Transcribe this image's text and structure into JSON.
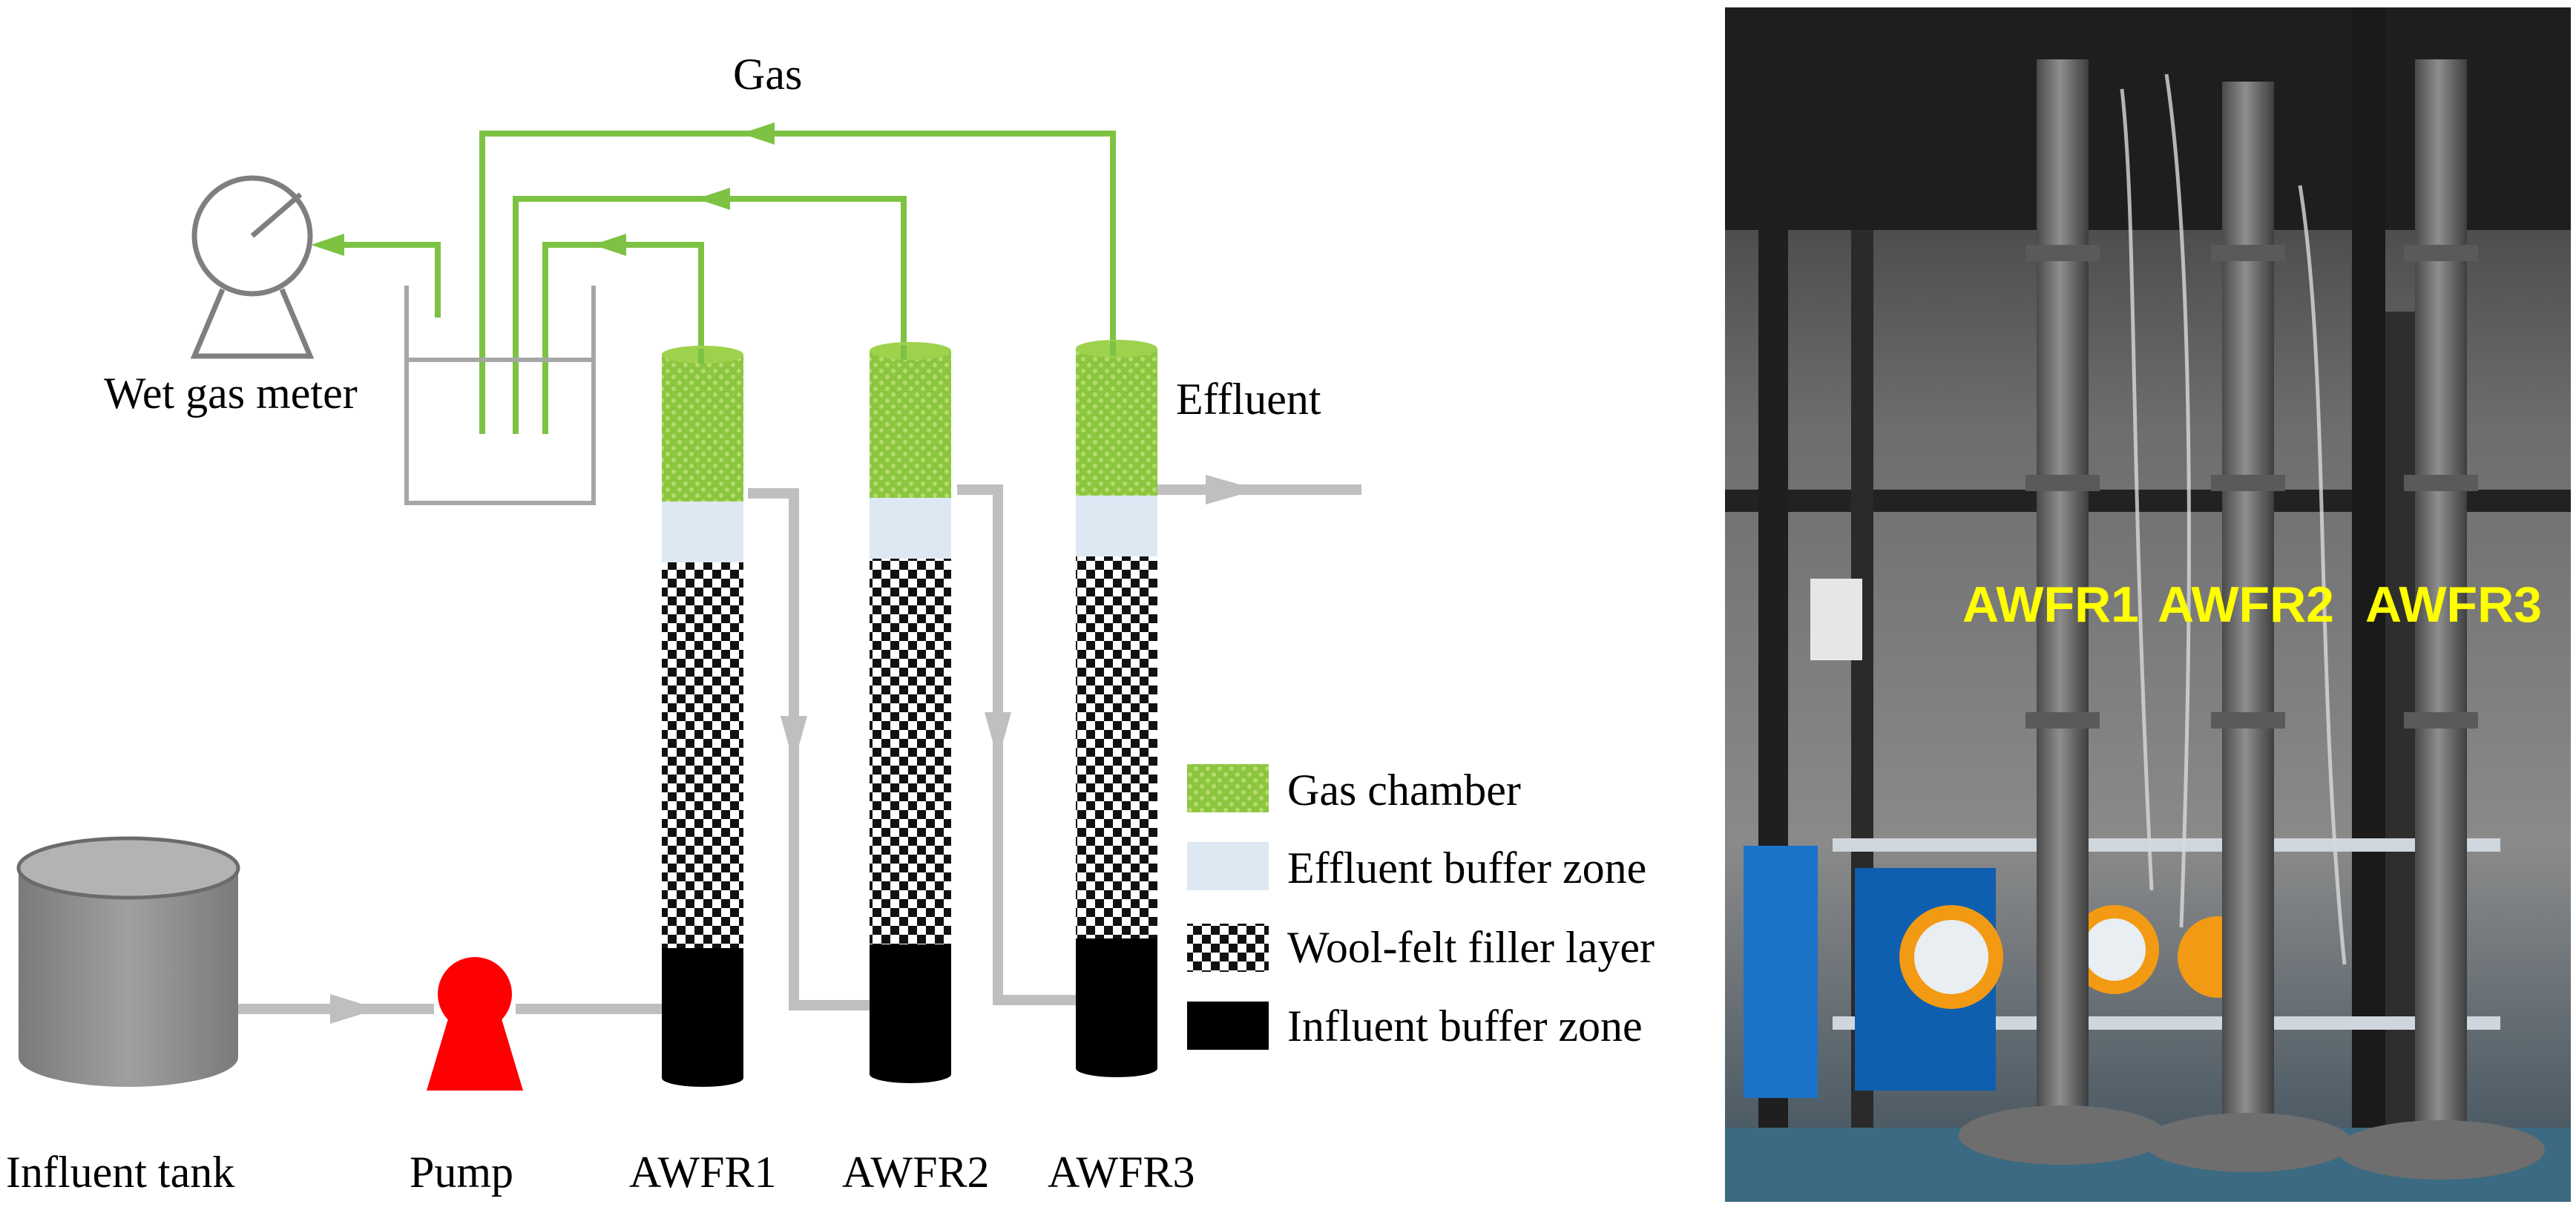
{
  "diagram": {
    "labels": {
      "gas": "Gas",
      "wet_gas_meter": "Wet gas meter",
      "effluent": "Effluent",
      "influent_tank": "Influent tank",
      "pump": "Pump",
      "reactor_1": "AWFR1",
      "reactor_2": "AWFR2",
      "reactor_3": "AWFR3"
    },
    "legend": [
      {
        "label": "Gas chamber",
        "swatch": "gas-chamber"
      },
      {
        "label": "Effluent buffer zone",
        "swatch": "effluent-buffer"
      },
      {
        "label": "Wool-felt filler layer",
        "swatch": "wool-felt"
      },
      {
        "label": "Influent buffer zone",
        "swatch": "influent-buffer"
      }
    ],
    "colors": {
      "gas_line": "#7dc242",
      "pipe": "#bfbfbf",
      "gas_chamber": "#8cc63f",
      "effluent_buffer": "#dde8f3",
      "influent_buffer": "#000000",
      "pump": "#ff0000",
      "tank": "#8c8c8c"
    }
  },
  "photo": {
    "labels": [
      "AWFR1",
      "AWFR2",
      "AWFR3"
    ],
    "label_color": "#ffff00"
  }
}
